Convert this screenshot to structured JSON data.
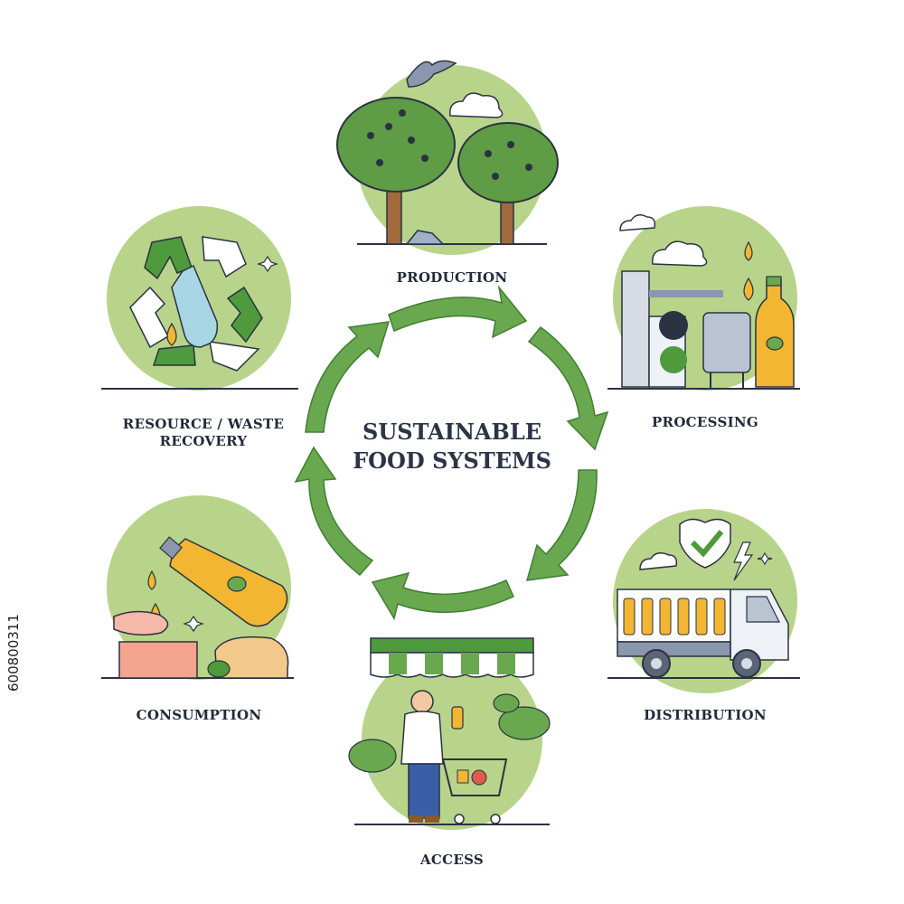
{
  "diagram": {
    "title_line1": "SUSTAINABLE",
    "title_line2": "FOOD SYSTEMS",
    "stages": {
      "production": "PRODUCTION",
      "processing": "PROCESSING",
      "distribution": "DISTRIBUTION",
      "access": "ACCESS",
      "consumption": "CONSUMPTION",
      "recovery_line1": "RESOURCE / WASTE",
      "recovery_line2": "RECOVERY"
    },
    "cycle_arrows": 6,
    "colors": {
      "accent_green": "#6aa84f",
      "circle_green": "#b7d48a",
      "dark_green": "#3f7f33",
      "outline": "#2b3242",
      "oil_yellow": "#f2b632"
    }
  },
  "stock_id": "600800311"
}
